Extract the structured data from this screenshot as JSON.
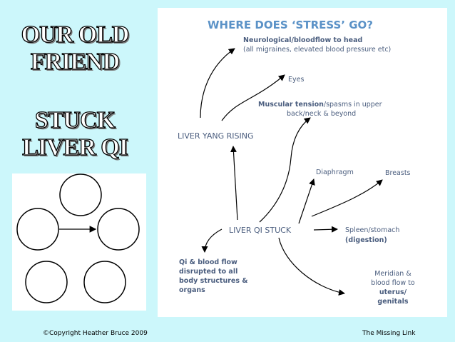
{
  "slide": {
    "title_line1": "OUR OLD",
    "title_line2": "FRIEND",
    "title_line3": "STUCK",
    "title_line4": "LIVER QI",
    "footer_left": "©Copyright Heather Bruce 2009",
    "footer_right": "The Missing Link"
  },
  "diagram": {
    "heading": "WHERE DOES ‘STRESS’ GO?",
    "center": "LIVER QI STUCK",
    "yang": "LIVER YANG RISING",
    "neuro_bold": "Neurological/bloodflow to head",
    "neuro_rest": "(all migraines, elevated blood pressure etc)",
    "eyes": "Eyes",
    "muscle_bold": "Muscular tension",
    "muscle_rest": "/spasms in upper",
    "muscle_line2": "back/neck & beyond",
    "diaphragm": "Diaphragm",
    "breasts": "Breasts",
    "spleen": "Spleen/stomach",
    "digestion": "(digestion)",
    "qi_lines": [
      "Qi & blood flow",
      "disrupted to all",
      "body structures &",
      "organs"
    ],
    "meridian_lines": [
      "Meridian &",
      "blood flow to",
      "uterus/",
      "genitals"
    ],
    "text_color": "#4a5d7e",
    "heading_color": "#5b92c7"
  }
}
